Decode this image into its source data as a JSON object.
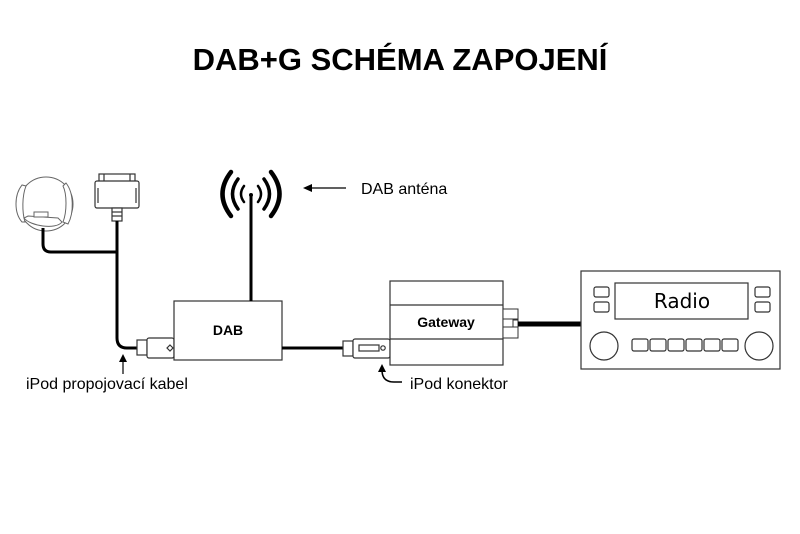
{
  "title": "DAB+G SCHÉMA ZAPOJENÍ",
  "components": {
    "dab_box": {
      "label": "DAB"
    },
    "gateway_box": {
      "label": "Gateway"
    },
    "radio": {
      "label": "Radio",
      "preset_buttons": 6,
      "side_buttons_per_side": 2,
      "knobs": 2
    },
    "antenna": {
      "icon": "antenna-icon"
    },
    "ipod_holder": {
      "icon": "ipod-holder-icon"
    },
    "dock_connector": {
      "icon": "dock-connector-icon"
    }
  },
  "annotations": {
    "antenna": "DAB anténa",
    "cable": "iPod propojovací kabel",
    "connector": "iPod konektor"
  },
  "colors": {
    "line": "#000000",
    "outline": "#333333",
    "background": "#ffffff"
  }
}
